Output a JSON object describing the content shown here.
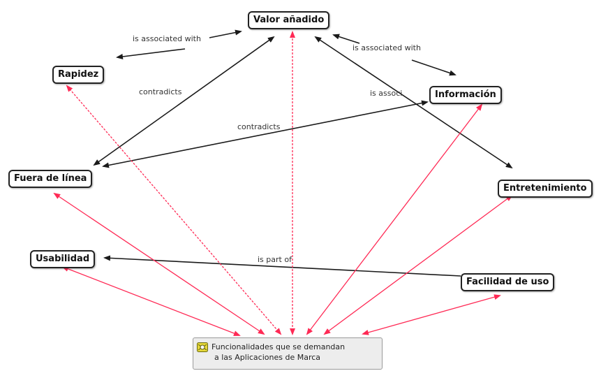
{
  "nodes": {
    "valor": "Valor añadido",
    "rapidez": "Rapidez",
    "informacion": "Información",
    "fuera": "Fuera de línea",
    "entretenimiento": "Entretenimiento",
    "usabilidad": "Usabilidad",
    "facilidad": "Facilidad de uso",
    "center_line1": "Funcionalidades que se demandan",
    "center_line2": "a las Aplicaciones de Marca"
  },
  "edge_labels": {
    "valor_rapidez": "is associated with",
    "valor_informacion": "is associated with",
    "valor_fuera": "contradicts",
    "fuera_informacion": "contradicts",
    "valor_entretenimiento": "is associ",
    "facilidad_usabilidad": "is part of"
  },
  "icons": {
    "center": "concept-map-icon"
  },
  "colors": {
    "black_edge": "#1a1a1a",
    "red_edge": "#ff2a55",
    "node_border": "#222222",
    "center_bg": "#ededed"
  }
}
